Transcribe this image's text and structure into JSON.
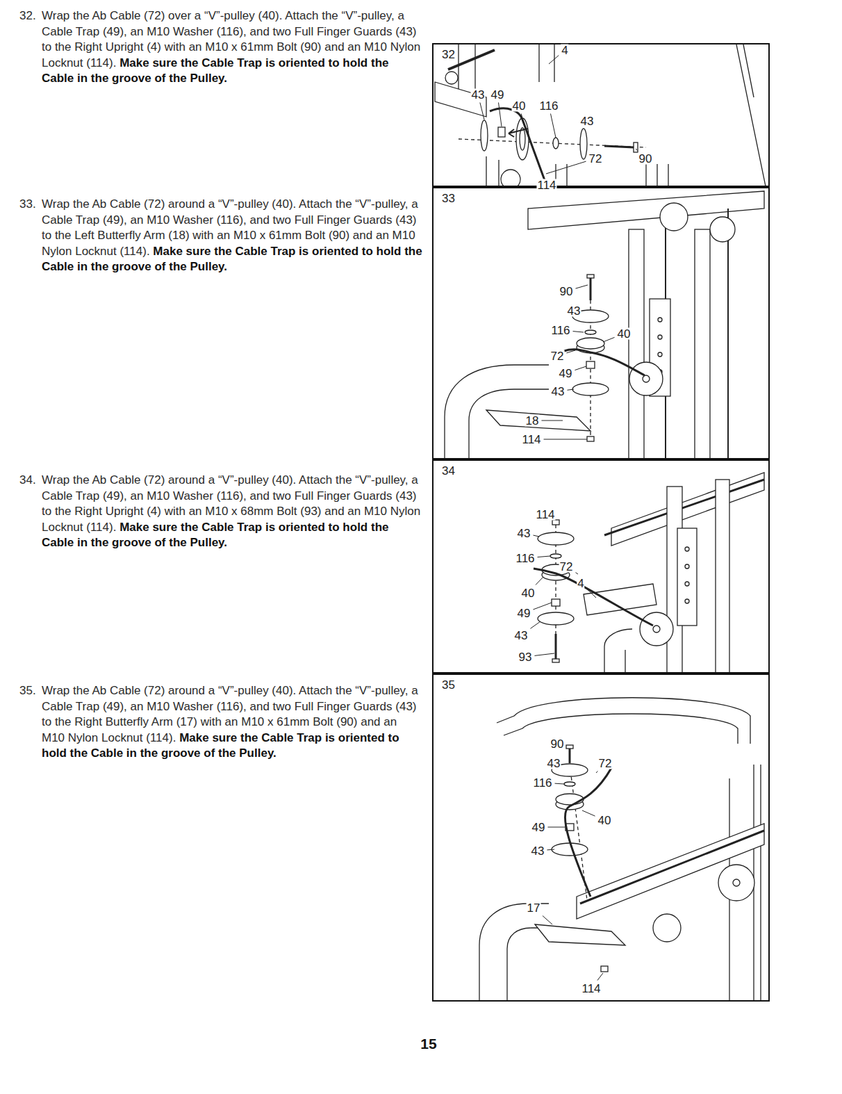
{
  "diagram": {
    "nodes": [
      {
        "text": [
          "32"
        ]
      },
      {
        "text": [
          "33"
        ]
      },
      {
        "text": [
          "34"
        ]
      },
      {
        "text": [
          "35"
        ]
      }
    ],
    "labels": [
      "32.",
      "Wrap the Ab Cable (72) over a “V”-pulley (40). Attach the “V”-pulley, a Cable Trap (49), an M10 Washer (116), and two Full Finger Guards (43) to the Right Upright (4) with an M10 x 61mm Bolt (90) and an M10 Nylon Locknut (114).",
      "Make sure the Cable Trap is oriented to hold the Cable in the groove of the Pulley.",
      "33.",
      "Wrap the Ab Cable (72) around a “V”-pulley (40). Attach the “V”-pulley, a Cable Trap (49), an M10 Washer (116), and two Full Finger Guards (43) to the Left Butterfly Arm (18) with an M10 x 61mm Bolt (90) and an M10 Nylon Locknut (114).",
      "Make sure the Cable Trap is oriented to hold the Cable in the groove of the Pulley.",
      "34.",
      "Wrap the Ab Cable (72) around a “V”-pulley (40). Attach the “V”-pulley, a Cable Trap (49), an M10 Washer (116), and two Full Finger Guards (43) to the Right Upright (4) with an M10 x 68mm Bolt (93) and an M10 Nylon Locknut (114).",
      "Make sure the Cable Trap is oriented to hold the Cable in the groove of the Pulley.",
      "35.",
      "Wrap the Ab Cable (72) around a “V”-pulley (40). Attach the “V”-pulley, a Cable Trap (49), an M10 Washer (116), and two Full Finger Guards (43) to the Right Butterfly Arm (17) with an M10 x 61mm Bolt (90) and an M10 Nylon Locknut (114).",
      "Make sure the Cable Trap is oriented to hold the Cable in the groove of the Pulley.",
      "4",
      "43",
      "49",
      "40",
      "116",
      "43",
      "72",
      "90",
      "114",
      "90",
      "43",
      "116",
      "72",
      "40",
      "49",
      "43",
      "18",
      "114",
      "114",
      "43",
      "116",
      "72",
      "4",
      "40",
      "49",
      "43",
      "93",
      "90",
      "43",
      "72",
      "116",
      "40",
      "49",
      "43",
      "17",
      "114",
      "15"
    ]
  }
}
